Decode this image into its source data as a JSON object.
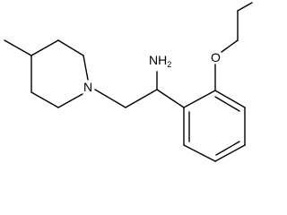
{
  "molecule": {
    "atoms": {
      "amine": {
        "symbol": "N",
        "hydrogens": "H",
        "count": "2"
      },
      "ring_nitrogen": "N",
      "ether_oxygen": "O"
    },
    "colors": {
      "bond": "#000000",
      "background": "#ffffff"
    }
  }
}
